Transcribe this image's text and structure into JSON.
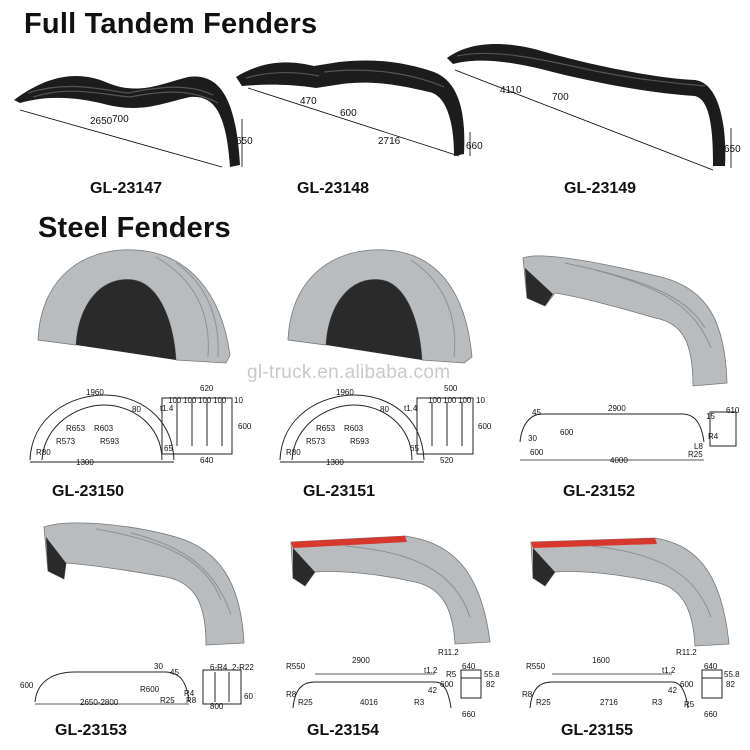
{
  "sections": {
    "tandem_title": "Full Tandem Fenders",
    "steel_title": "Steel Fenders"
  },
  "watermark": "gl-truck.en.alibaba.com",
  "tandem": [
    {
      "code": "GL-23147",
      "dims": [
        "2650",
        "700",
        "650"
      ]
    },
    {
      "code": "GL-23148",
      "dims": [
        "470",
        "600",
        "2716",
        "660"
      ]
    },
    {
      "code": "GL-23149",
      "dims": [
        "4110",
        "700",
        "650"
      ]
    }
  ],
  "steel": [
    {
      "code": "GL-23150",
      "drawing": {
        "top": "1960",
        "r1": "R653",
        "r2": "R603",
        "r3": "R573",
        "r4": "R593",
        "r5": "R80",
        "w": "80",
        "base": "1300",
        "side": [
          "620",
          "100",
          "100",
          "100",
          "100",
          "10",
          "t1.4",
          "600",
          "65",
          "640"
        ]
      }
    },
    {
      "code": "GL-23151",
      "drawing": {
        "top": "1960",
        "r1": "R653",
        "r2": "R603",
        "r3": "R573",
        "r4": "R593",
        "r5": "R80",
        "w": "80",
        "base": "1300",
        "side": [
          "500",
          "100",
          "100",
          "100",
          "10",
          "t1.4",
          "600",
          "65",
          "520"
        ]
      }
    },
    {
      "code": "GL-23152",
      "drawing": {
        "a": "45",
        "b": "2900",
        "c": "15",
        "d": "30",
        "e": "600",
        "f": "600",
        "g": "4000",
        "h": "L8",
        "i": "R25",
        "j": "R4",
        "k": "610"
      }
    },
    {
      "code": "GL-23153",
      "drawing": {
        "a": "30",
        "b": "45",
        "c": "600",
        "d": "R600",
        "e": "R4",
        "f": "2650-2800",
        "g": "R25",
        "h": "R8",
        "i": "6-R4",
        "j": "2-R22",
        "k": "60",
        "l": "800"
      }
    },
    {
      "code": "GL-23154",
      "drawing": {
        "a": "R550",
        "b": "2900",
        "c": "t1.2",
        "d": "R11.2",
        "e": "R8",
        "f": "R25",
        "g": "4016",
        "h": "R3",
        "i": "42",
        "j": "600",
        "k": "R5",
        "l": "640",
        "m": "55.8",
        "n": "82",
        "o": "660"
      }
    },
    {
      "code": "GL-23155",
      "drawing": {
        "a": "R550",
        "b": "1600",
        "c": "t1.2",
        "d": "R11.2",
        "e": "R8",
        "f": "R25",
        "g": "2716",
        "h": "R3",
        "i": "42",
        "j": "600",
        "k": "R5",
        "l": "640",
        "m": "55.8",
        "n": "82",
        "o": "660"
      }
    }
  ],
  "colors": {
    "fender_dark": "#1c1c1c",
    "steel": "#b8bcbf",
    "reflector_red": "#d8382c"
  }
}
